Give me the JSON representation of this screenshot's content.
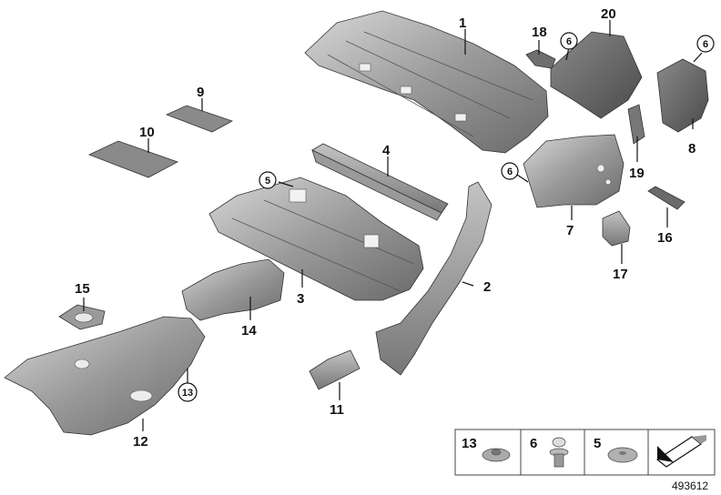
{
  "diagram": {
    "parts": {
      "p1": "1",
      "p2": "2",
      "p3": "3",
      "p4": "4",
      "p5": "5",
      "p6": "6",
      "p7": "7",
      "p8": "8",
      "p9": "9",
      "p10": "10",
      "p11": "11",
      "p12": "12",
      "p13": "13",
      "p14": "14",
      "p15": "15",
      "p16": "16",
      "p17": "17",
      "p18": "18",
      "p19": "19",
      "p20": "20"
    },
    "callouts": {
      "c5": "5",
      "c6a": "6",
      "c6b": "6",
      "c6c": "6",
      "c13": "13"
    },
    "legend": {
      "items": [
        "13",
        "6",
        "5"
      ]
    },
    "diagram_id": "493612"
  }
}
